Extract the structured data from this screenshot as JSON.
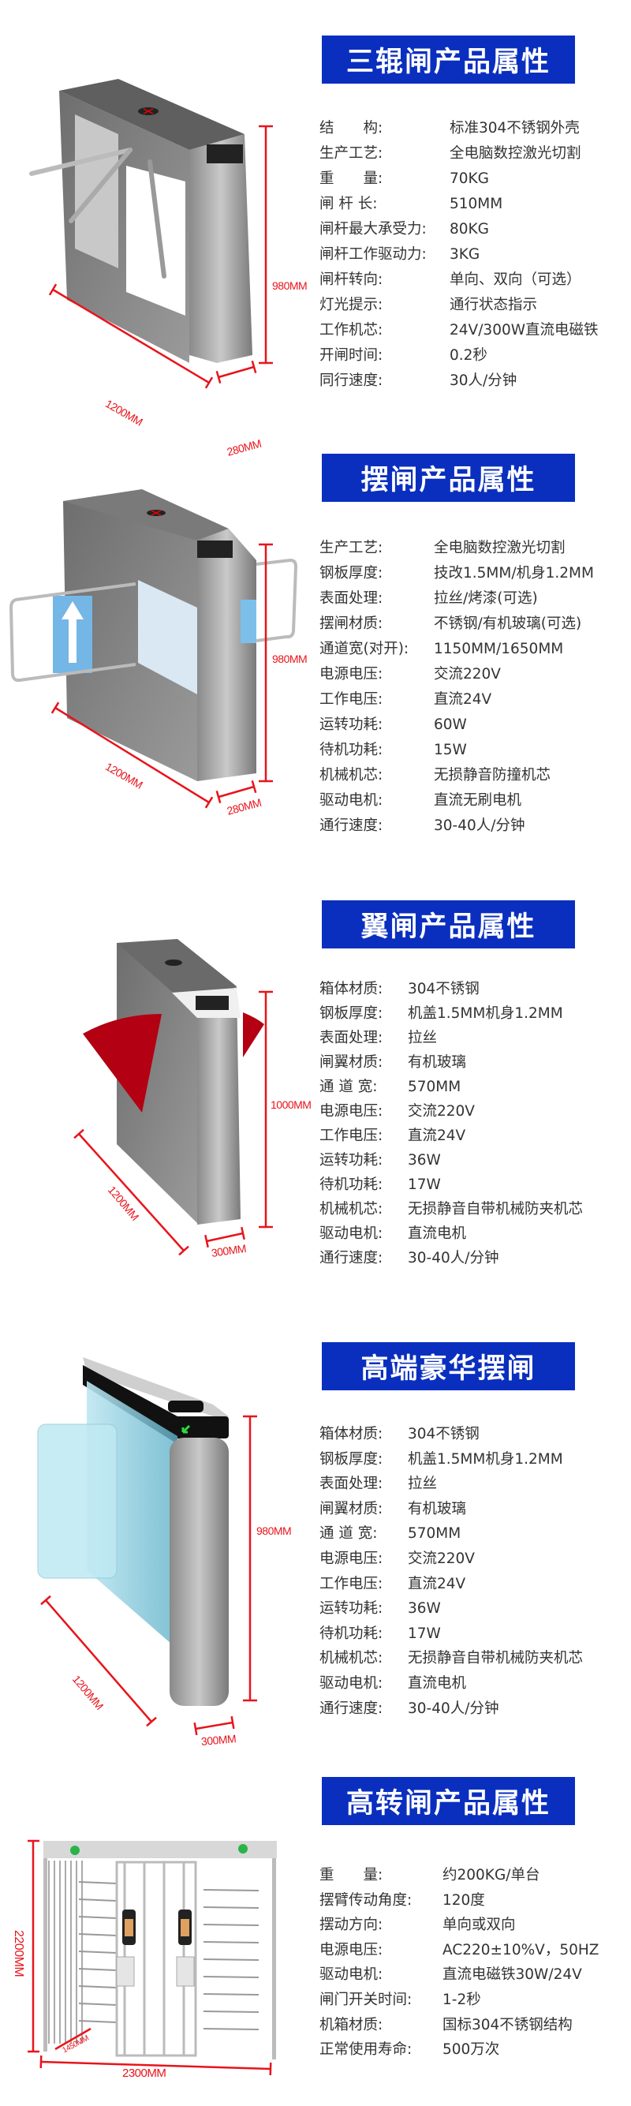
{
  "accent_color": "#0a2fbf",
  "dimension_color": "#e8141b",
  "sections": [
    {
      "title": "三辊闸产品属性",
      "dims": {
        "height": "980MM",
        "length": "1200MM",
        "width": "280MM"
      },
      "specs": [
        {
          "label": "结　　构:",
          "value": "标准304不锈钢外壳"
        },
        {
          "label": "生产工艺:",
          "value": "全电脑数控激光切割"
        },
        {
          "label": "重　　量:",
          "value": "70KG"
        },
        {
          "label": "闸 杆 长:",
          "value": "510MM"
        },
        {
          "label": "闸杆最大承受力:",
          "value": "80KG"
        },
        {
          "label": "闸杆工作驱动力:",
          "value": "3KG"
        },
        {
          "label": "闸杆转向:",
          "value": "单向、双向（可选）"
        },
        {
          "label": "灯光提示:",
          "value": "通行状态指示"
        },
        {
          "label": "工作机芯:",
          "value": "24V/300W直流电磁铁"
        },
        {
          "label": "开闸时间:",
          "value": "0.2秒"
        },
        {
          "label": "同行速度:",
          "value": "30人/分钟"
        }
      ]
    },
    {
      "title": "摆闸产品属性",
      "dims": {
        "height": "980MM",
        "length": "1200MM",
        "width": "280MM"
      },
      "specs": [
        {
          "label": "生产工艺:",
          "value": "全电脑数控激光切割"
        },
        {
          "label": "钢板厚度:",
          "value": "技改1.5MM/机身1.2MM"
        },
        {
          "label": "表面处理:",
          "value": "拉丝/烤漆(可选)"
        },
        {
          "label": "摆闸材质:",
          "value": "不锈钢/有机玻璃(可选)"
        },
        {
          "label": "通道宽(对开):",
          "value": "1150MM/1650MM"
        },
        {
          "label": "电源电压:",
          "value": "交流220V"
        },
        {
          "label": "工作电压:",
          "value": "直流24V"
        },
        {
          "label": "运转功耗:",
          "value": "60W"
        },
        {
          "label": "待机功耗:",
          "value": "15W"
        },
        {
          "label": "机械机芯:",
          "value": "无损静音防撞机芯"
        },
        {
          "label": "驱动电机:",
          "value": "直流无刷电机"
        },
        {
          "label": "通行速度:",
          "value": "30-40人/分钟"
        }
      ]
    },
    {
      "title": "翼闸产品属性",
      "dims": {
        "height": "1000MM",
        "length": "1200MM",
        "width": "300MM"
      },
      "specs": [
        {
          "label": "箱体材质:",
          "value": "304不锈钢"
        },
        {
          "label": "钢板厚度:",
          "value": "机盖1.5MM机身1.2MM"
        },
        {
          "label": "表面处理:",
          "value": "拉丝"
        },
        {
          "label": "闸翼材质:",
          "value": "有机玻璃"
        },
        {
          "label": "通 道 宽:",
          "value": "570MM"
        },
        {
          "label": "电源电压:",
          "value": "交流220V"
        },
        {
          "label": "工作电压:",
          "value": "直流24V"
        },
        {
          "label": "运转功耗:",
          "value": "36W"
        },
        {
          "label": "待机功耗:",
          "value": "17W"
        },
        {
          "label": "机械机芯:",
          "value": "无损静音自带机械防夹机芯"
        },
        {
          "label": "驱动电机:",
          "value": "直流电机"
        },
        {
          "label": "通行速度:",
          "value": "30-40人/分钟"
        }
      ]
    },
    {
      "title": "高端豪华摆闸",
      "dims": {
        "height": "980MM",
        "length": "1200MM",
        "width": "300MM"
      },
      "specs": [
        {
          "label": "箱体材质:",
          "value": "304不锈钢"
        },
        {
          "label": "钢板厚度:",
          "value": "机盖1.5MM机身1.2MM"
        },
        {
          "label": "表面处理:",
          "value": "拉丝"
        },
        {
          "label": "闸翼材质:",
          "value": "有机玻璃"
        },
        {
          "label": "通 道 宽:",
          "value": "570MM"
        },
        {
          "label": "电源电压:",
          "value": "交流220V"
        },
        {
          "label": "工作电压:",
          "value": "直流24V"
        },
        {
          "label": "运转功耗:",
          "value": "36W"
        },
        {
          "label": "待机功耗:",
          "value": "17W"
        },
        {
          "label": "机械机芯:",
          "value": "无损静音自带机械防夹机芯"
        },
        {
          "label": "驱动电机:",
          "value": "直流电机"
        },
        {
          "label": "通行速度:",
          "value": "30-40人/分钟"
        }
      ]
    },
    {
      "title": "高转闸产品属性",
      "dims": {
        "height": "2200MM",
        "length": "1450MM",
        "width": "2300MM"
      },
      "specs": [
        {
          "label": "重　　量:",
          "value": "约200KG/单台"
        },
        {
          "label": "摆臂传动角度:",
          "value": "120度"
        },
        {
          "label": "摆动方向:",
          "value": "单向或双向"
        },
        {
          "label": "电源电压:",
          "value": "AC220±10%V，50HZ"
        },
        {
          "label": "驱动电机:",
          "value": "直流电磁铁30W/24V"
        },
        {
          "label": "闸门开关时间:",
          "value": "1-2秒"
        },
        {
          "label": "机箱材质:",
          "value": "国标304不锈钢结构"
        },
        {
          "label": "正常使用寿命:",
          "value": "500万次"
        }
      ]
    }
  ]
}
